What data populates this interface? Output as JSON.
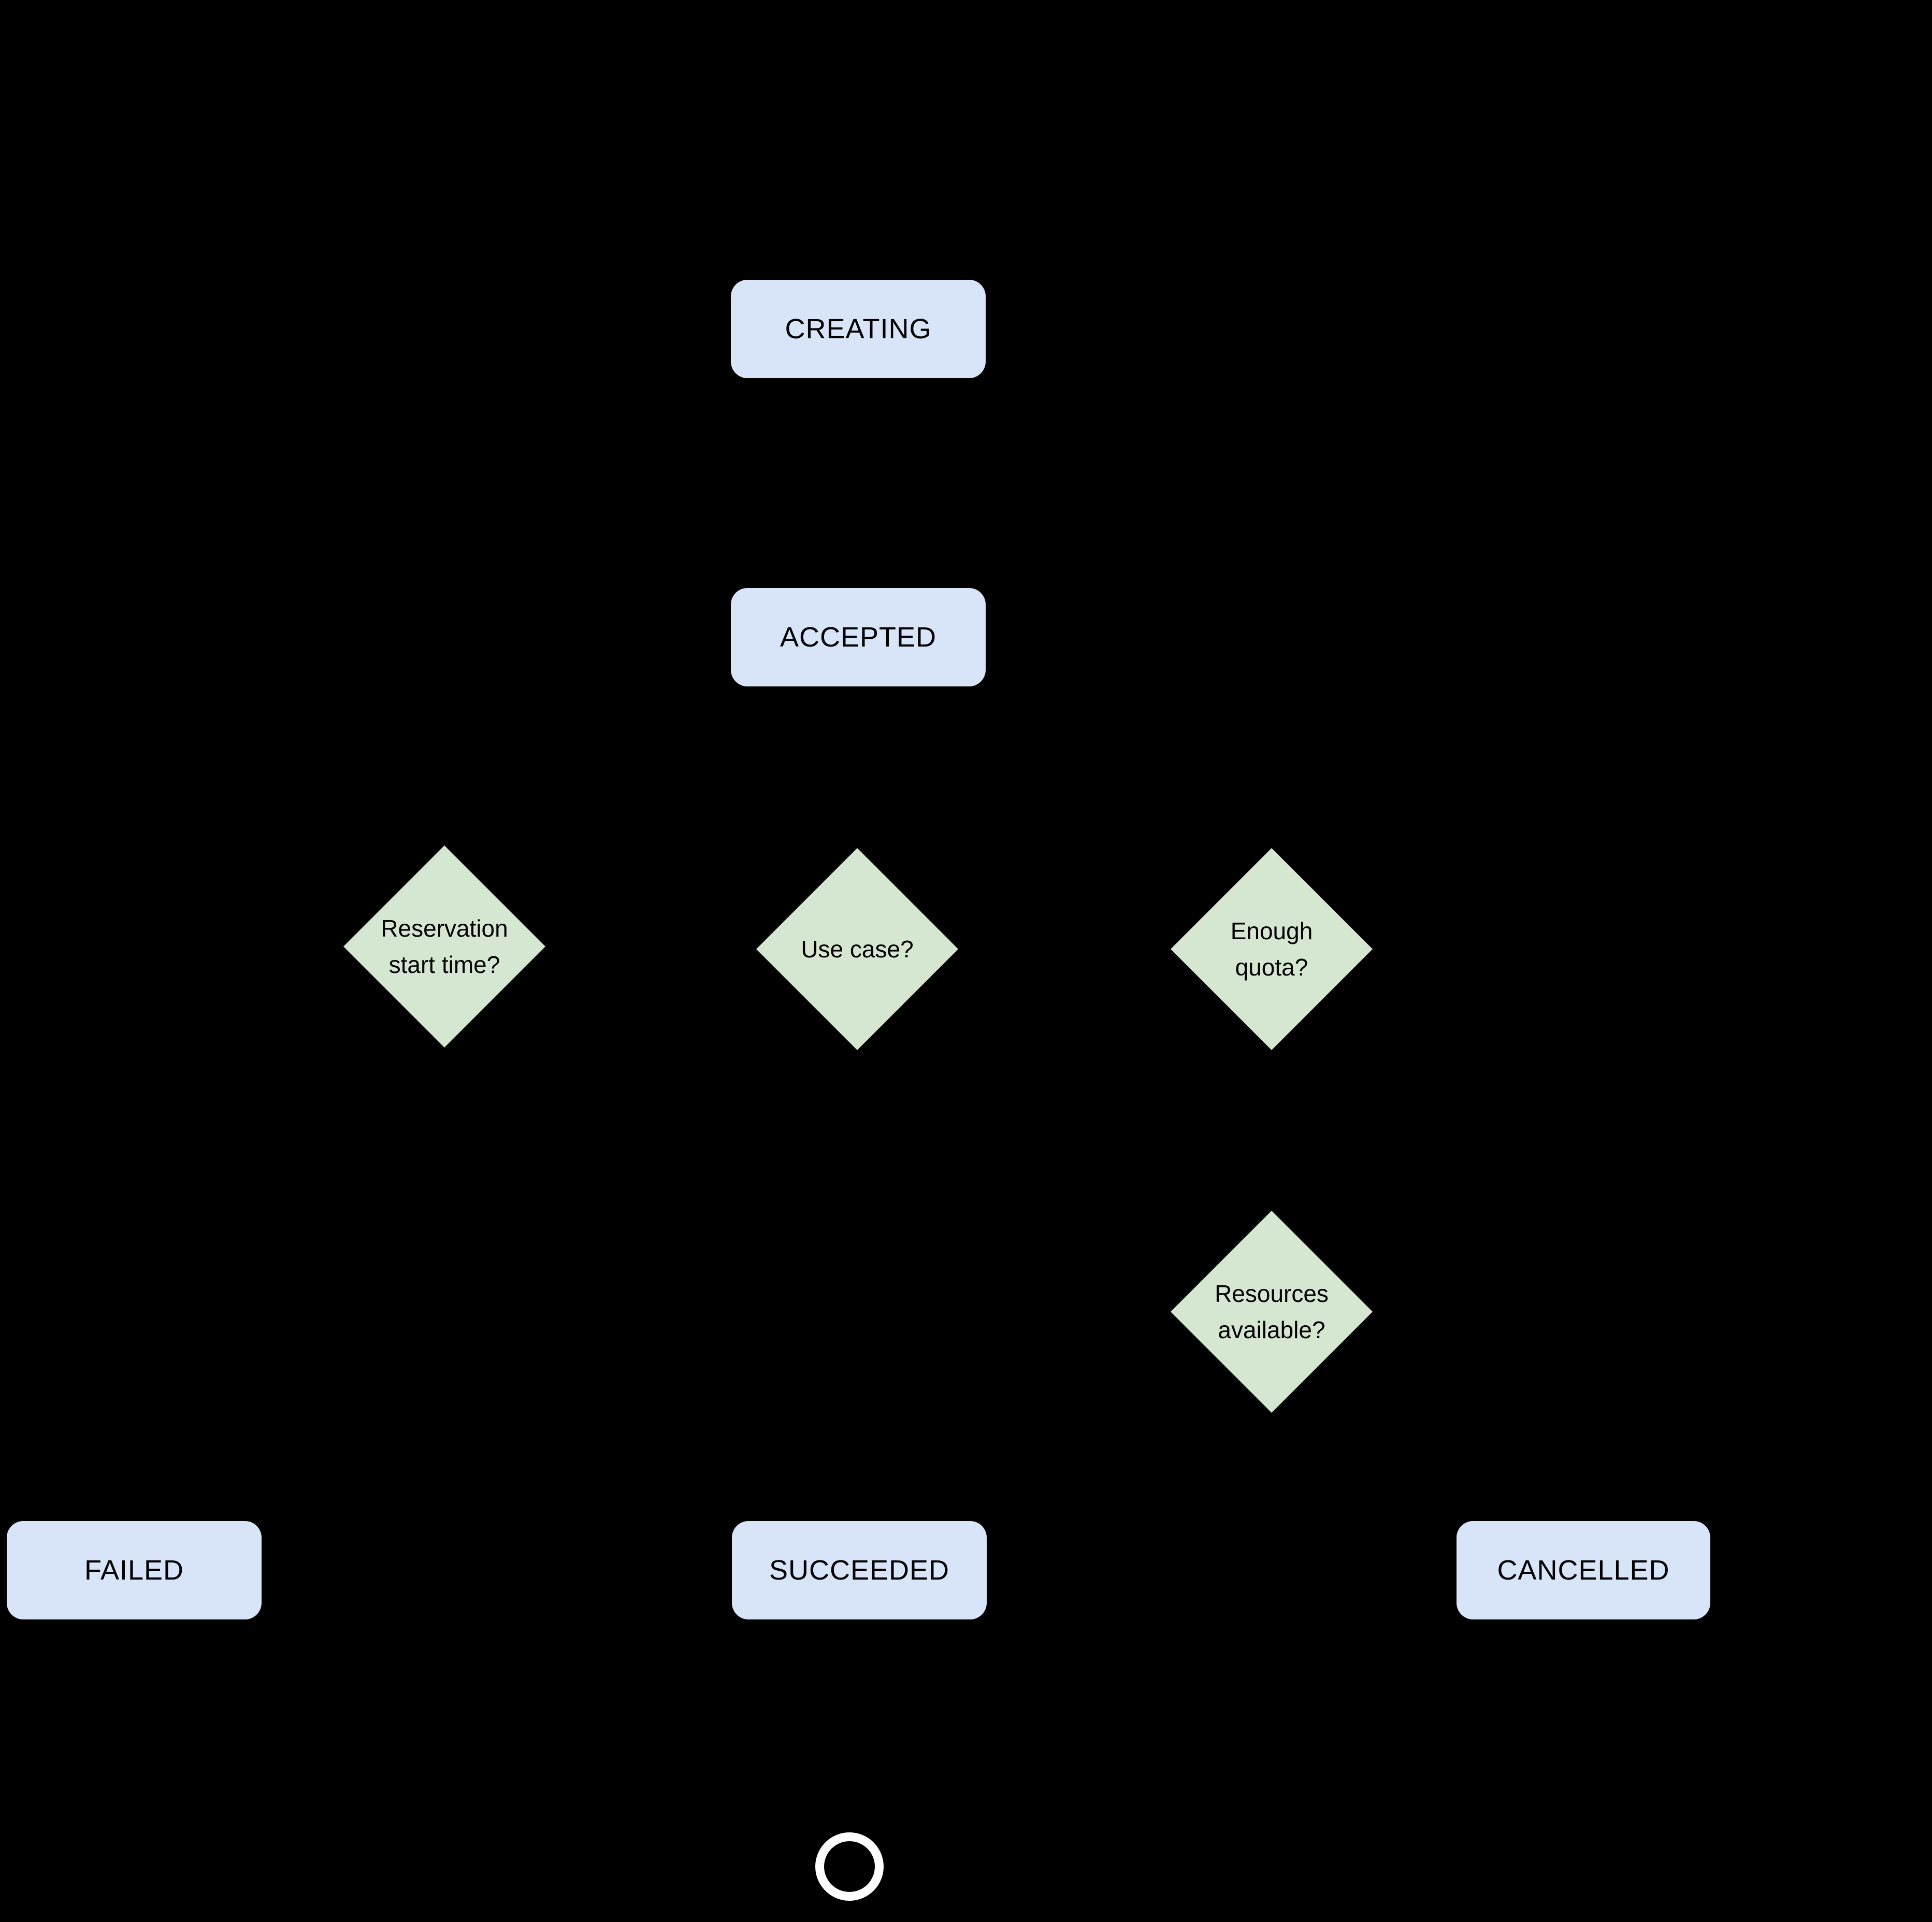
{
  "diagram": {
    "colors": {
      "background": "#000000",
      "state-fill": "#d8e4f8",
      "decision-fill": "#d5e7d1",
      "node-text": "#000000",
      "end-ring": "#ffffff"
    },
    "states": {
      "creating": {
        "label": "CREATING"
      },
      "accepted": {
        "label": "ACCEPTED"
      },
      "failed": {
        "label": "FAILED"
      },
      "succeeded": {
        "label": "SUCCEEDED"
      },
      "cancelled": {
        "label": "CANCELLED"
      }
    },
    "decisions": {
      "reservation_start_time": {
        "line1": "Reservation",
        "line2": "start time?"
      },
      "use_case": {
        "line1": "Use case?",
        "line2": ""
      },
      "enough_quota": {
        "line1": "Enough",
        "line2": "quota?"
      },
      "resources_available": {
        "line1": "Resources",
        "line2": "available?"
      }
    },
    "icons": {
      "end_terminator": "white-ring-circle"
    }
  }
}
